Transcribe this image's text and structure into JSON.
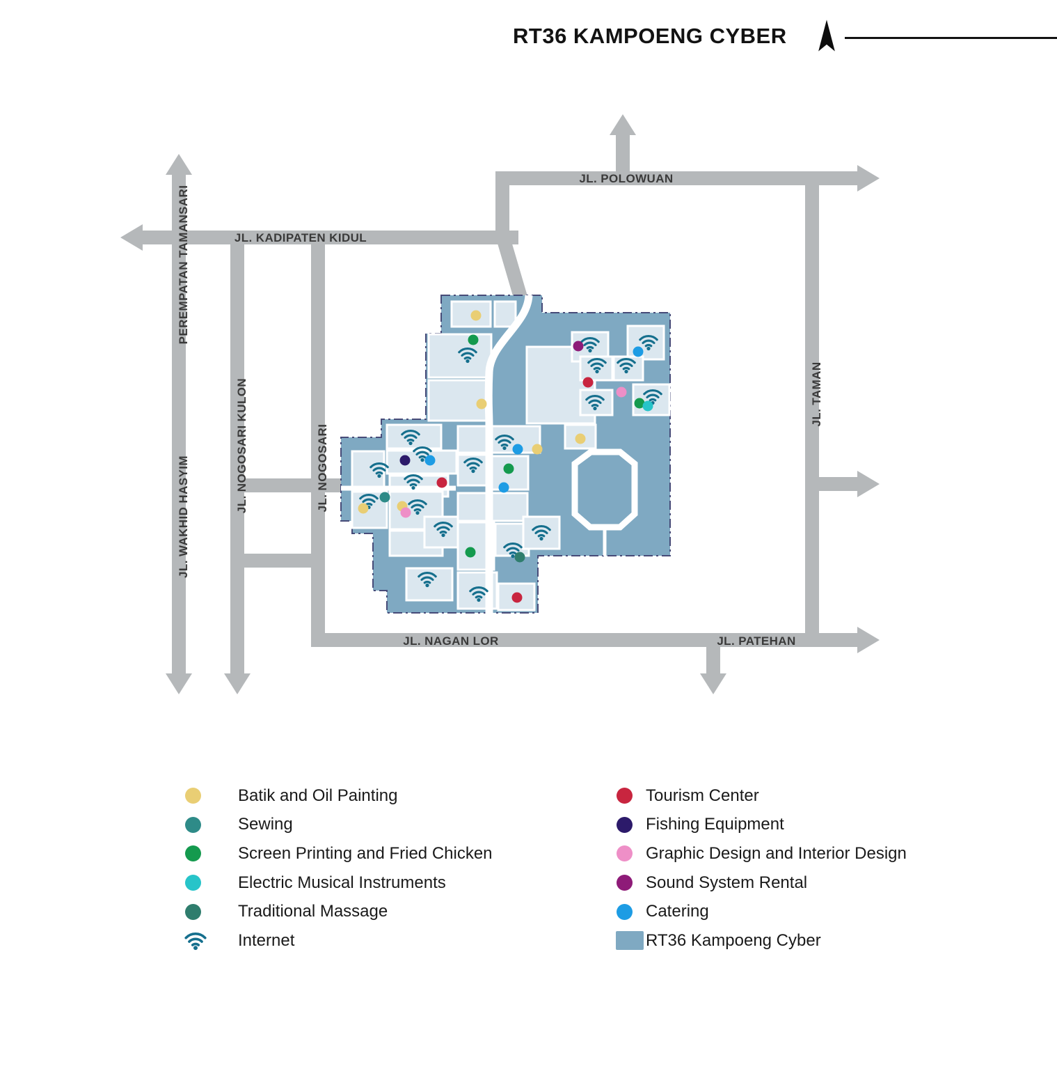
{
  "header": {
    "title": "RT36 KAMPOENG CYBER"
  },
  "roads": {
    "polowuan": "JL. POLOWUAN",
    "kadipaten_kidul": "JL. KADIPATEN KIDUL",
    "perempatan_tamansari": "PEREMPATAN TAMANSARI",
    "wakhid_hasyim": "JL. WAKHID HASYIM",
    "nogosari_kulon": "JL. NOGOSARI KULON",
    "nogosari": "JL. NOGOSARI",
    "taman": "JL. TAMAN",
    "nagan_lor": "JL. NAGAN LOR",
    "patehan": "JL. PATEHAN"
  },
  "legend": {
    "left": [
      {
        "key": "batik",
        "label": "Batik and Oil Painting",
        "color": "#e9ce74",
        "icon": "dot"
      },
      {
        "key": "sewing",
        "label": "Sewing",
        "color": "#2e8b88",
        "icon": "dot"
      },
      {
        "key": "screen_printing",
        "label": "Screen Printing and Fried Chicken",
        "color": "#149a4e",
        "icon": "dot"
      },
      {
        "key": "electric",
        "label": "Electric Musical Instruments",
        "color": "#27c4c9",
        "icon": "dot"
      },
      {
        "key": "massage",
        "label": "Traditional Massage",
        "color": "#2f7d6d",
        "icon": "dot"
      },
      {
        "key": "internet",
        "label": "Internet",
        "color": "#156f8d",
        "icon": "wifi"
      }
    ],
    "right": [
      {
        "key": "tourism",
        "label": "Tourism Center",
        "color": "#c8253f",
        "icon": "dot"
      },
      {
        "key": "fishing",
        "label": "Fishing Equipment",
        "color": "#2c1a6a",
        "icon": "dot"
      },
      {
        "key": "graphic",
        "label": "Graphic Design and Interior Design",
        "color": "#ee8fc7",
        "icon": "dot"
      },
      {
        "key": "sound",
        "label": "Sound System Rental",
        "color": "#8e1b78",
        "icon": "dot"
      },
      {
        "key": "catering",
        "label": "Catering",
        "color": "#1d9ce4",
        "icon": "dot"
      },
      {
        "key": "area",
        "label": "RT36 Kampoeng Cyber",
        "color": "#7fa9c2",
        "icon": "square"
      }
    ]
  },
  "map": {
    "area_color": "#7fa9c2",
    "block_color": "#dbe7ef",
    "road_color": "#b5b8ba",
    "wifi_color": "#156f8d",
    "markers": {
      "internet": [
        [
          672,
          510
        ],
        [
          848,
          495
        ],
        [
          932,
          492
        ],
        [
          858,
          525
        ],
        [
          900,
          525
        ],
        [
          855,
          578
        ],
        [
          938,
          570
        ],
        [
          590,
          628
        ],
        [
          725,
          635
        ],
        [
          607,
          652
        ],
        [
          545,
          675
        ],
        [
          680,
          668
        ],
        [
          594,
          692
        ],
        [
          530,
          720
        ],
        [
          600,
          728
        ],
        [
          637,
          760
        ],
        [
          778,
          765
        ],
        [
          737,
          790
        ],
        [
          614,
          832
        ],
        [
          688,
          853
        ]
      ],
      "batik": [
        [
          684,
          453
        ],
        [
          692,
          580
        ],
        [
          834,
          630
        ],
        [
          772,
          645
        ],
        [
          522,
          730
        ],
        [
          578,
          727
        ]
      ],
      "sewing": [
        [
          553,
          714
        ]
      ],
      "screen_printing": [
        [
          680,
          488
        ],
        [
          919,
          579
        ],
        [
          731,
          673
        ],
        [
          676,
          793
        ]
      ],
      "electric": [
        [
          931,
          583
        ]
      ],
      "massage": [
        [
          747,
          800
        ]
      ],
      "tourism": [
        [
          845,
          549
        ],
        [
          635,
          693
        ],
        [
          743,
          858
        ]
      ],
      "fishing": [
        [
          582,
          661
        ]
      ],
      "graphic": [
        [
          893,
          563
        ],
        [
          583,
          736
        ]
      ],
      "sound": [
        [
          831,
          497
        ]
      ],
      "catering": [
        [
          917,
          505
        ],
        [
          744,
          645
        ],
        [
          618,
          661
        ],
        [
          724,
          700
        ]
      ]
    }
  }
}
